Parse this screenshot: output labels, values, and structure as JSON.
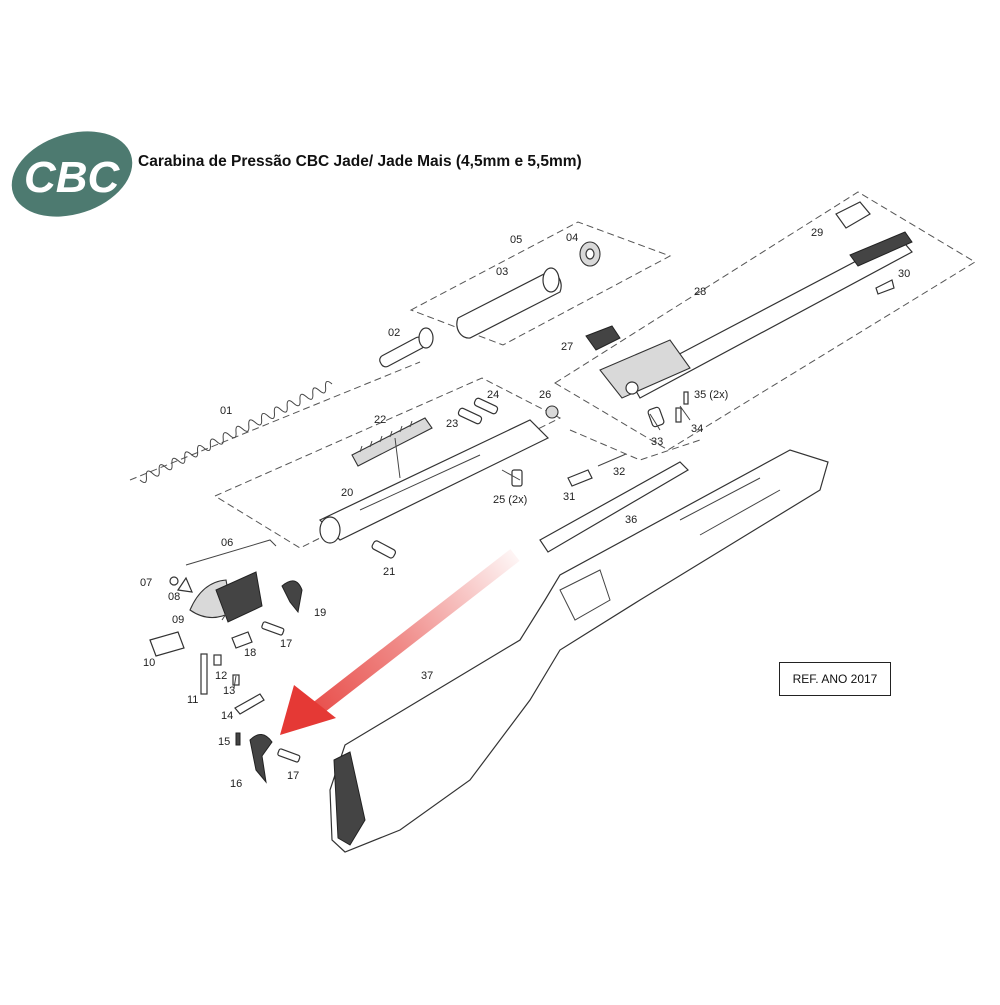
{
  "logo": {
    "text": "CBC",
    "color": "#4d7a70"
  },
  "title": "Carabina de Pressão CBC Jade/ Jade Mais (4,5mm e 5,5mm)",
  "reference": "REF. ANO 2017",
  "arrow": {
    "color": "#e53935"
  },
  "parts": {
    "p01": "01",
    "p02": "02",
    "p03": "03",
    "p04": "04",
    "p05": "05",
    "p06": "06",
    "p07": "07",
    "p08": "08",
    "p09": "09",
    "p10": "10",
    "p11": "11",
    "p12": "12",
    "p13": "13",
    "p14": "14",
    "p15": "15",
    "p16": "16",
    "p17a": "17",
    "p17b": "17",
    "p18": "18",
    "p19": "19",
    "p20": "20",
    "p21": "21",
    "p22": "22",
    "p23": "23",
    "p24": "24",
    "p25": "25 (2x)",
    "p26": "26",
    "p27": "27",
    "p28": "28",
    "p29": "29",
    "p30": "30",
    "p31": "31",
    "p32": "32",
    "p33": "33",
    "p34": "34",
    "p35": "35 (2x)",
    "p36": "36",
    "p37": "37"
  }
}
